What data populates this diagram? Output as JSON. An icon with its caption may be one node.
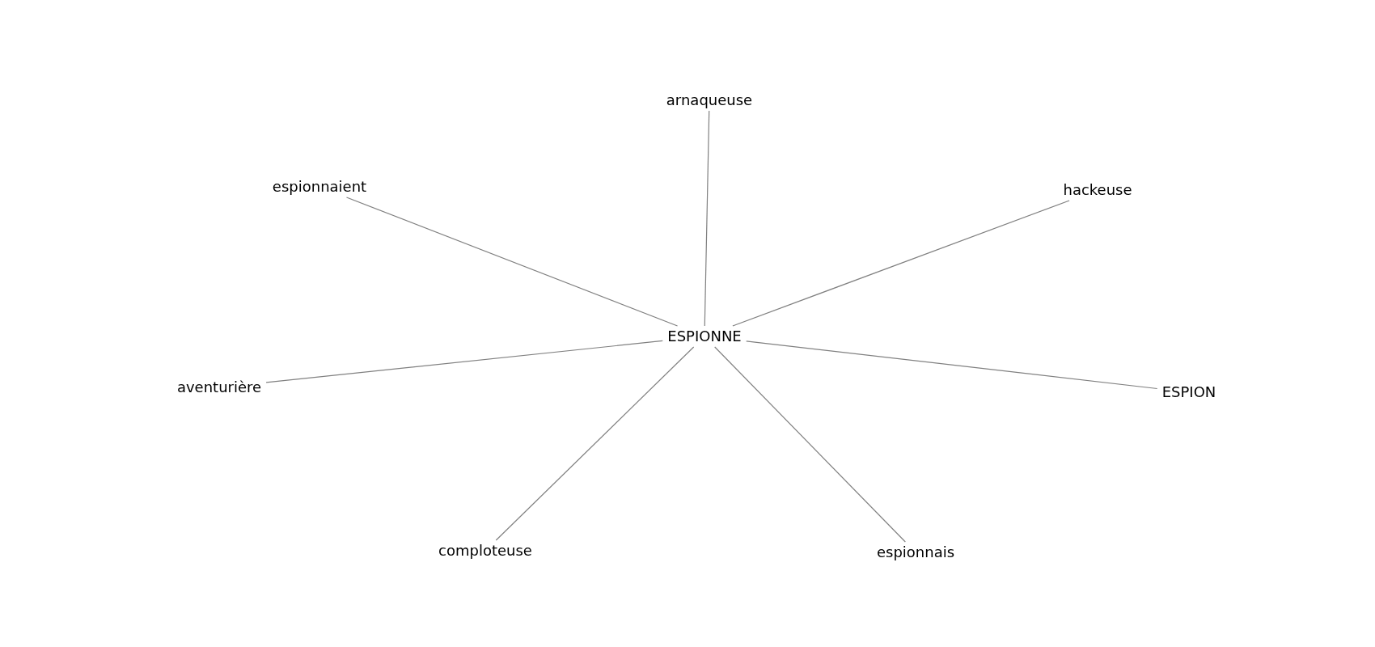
{
  "diagram": {
    "nodes": [
      {
        "text": [
          "arnaqueuse"
        ]
      },
      {
        "text": [
          "espionnaient"
        ]
      },
      {
        "text": [
          "hackeuse"
        ]
      },
      {
        "text": [
          "ESPIONNE"
        ]
      },
      {
        "text": [
          "aventurière"
        ]
      },
      {
        "text": [
          "ESPION"
        ]
      },
      {
        "text": [
          "comploteuse"
        ]
      },
      {
        "text": [
          "espionnais"
        ]
      }
    ],
    "edges": [
      {
        "from": 3,
        "to": 0,
        "arrow": "none"
      },
      {
        "from": 3,
        "to": 1,
        "arrow": "none"
      },
      {
        "from": 3,
        "to": 2,
        "arrow": "none"
      },
      {
        "from": 3,
        "to": 4,
        "arrow": "none"
      },
      {
        "from": 3,
        "to": 5,
        "arrow": "none"
      },
      {
        "from": 3,
        "to": 6,
        "arrow": "none"
      },
      {
        "from": 3,
        "to": 7,
        "arrow": "none"
      }
    ]
  }
}
